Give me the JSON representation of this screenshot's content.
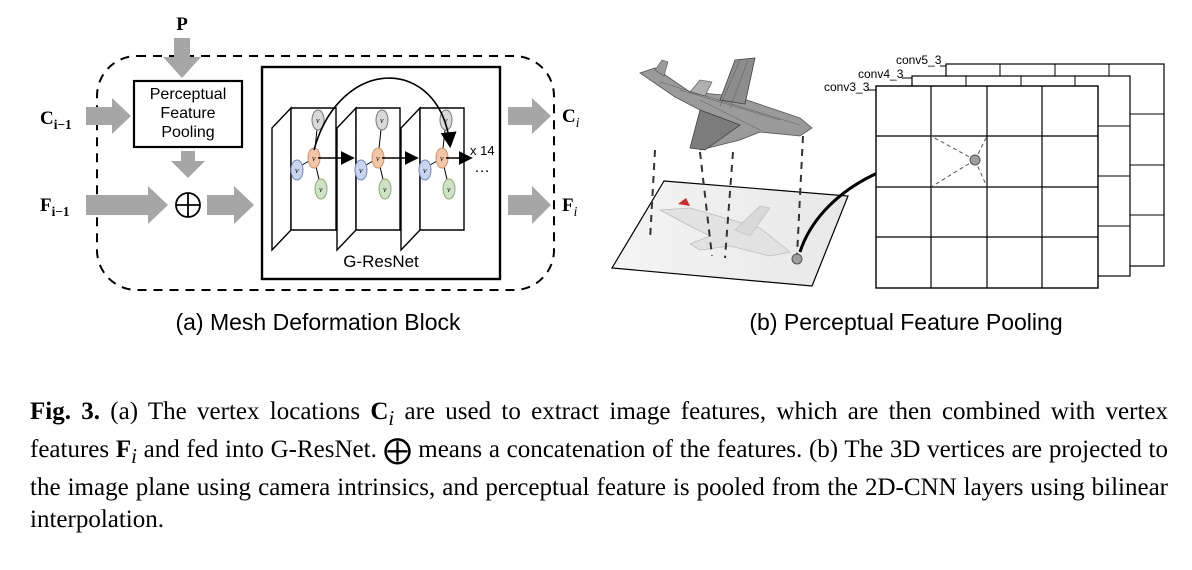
{
  "panel_a": {
    "input_p": "P",
    "c_prev_main": "C",
    "c_prev_sub": "i−1",
    "f_prev_main": "F",
    "f_prev_sub": "i−1",
    "c_out_main": "C",
    "c_out_sub": "i",
    "f_out_main": "F",
    "f_out_sub": "i",
    "pooling_line1": "Perceptual",
    "pooling_line2": "Feature",
    "pooling_line3": "Pooling",
    "concat_symbol": "⊕",
    "resnet_label": "G-ResNet",
    "repeat_label": "x 14",
    "ellipsis": "…",
    "node_label": "v",
    "caption": "(a) Mesh Deformation Block"
  },
  "panel_b": {
    "layers": [
      "conv3_3",
      "conv4_3",
      "conv5_3"
    ],
    "caption": "(b) Perceptual Feature Pooling"
  },
  "figure_caption": {
    "fig_number": "Fig. 3.",
    "seg1": " (a) The vertex locations ",
    "sym_c": "C",
    "sym_c_sub": "i",
    "seg2": " are used to extract image features, which are then combined with vertex features ",
    "sym_f": "F",
    "sym_f_sub": "i",
    "seg3": " and fed into G-ResNet. ",
    "oplus": "⨁",
    "seg4": " means a concatenation of the features. (b) The 3D vertices are projected to the image plane using camera intrinsics, and perceptual feature is pooled from the 2D-CNN layers using bilinear interpolation."
  },
  "colors": {
    "arrow_gray": "#a6a6a6",
    "node_orange": "#f3c6a8",
    "node_blue": "#c9d4ee",
    "node_green": "#cfe3c4",
    "node_gray": "#d9d9d9"
  }
}
